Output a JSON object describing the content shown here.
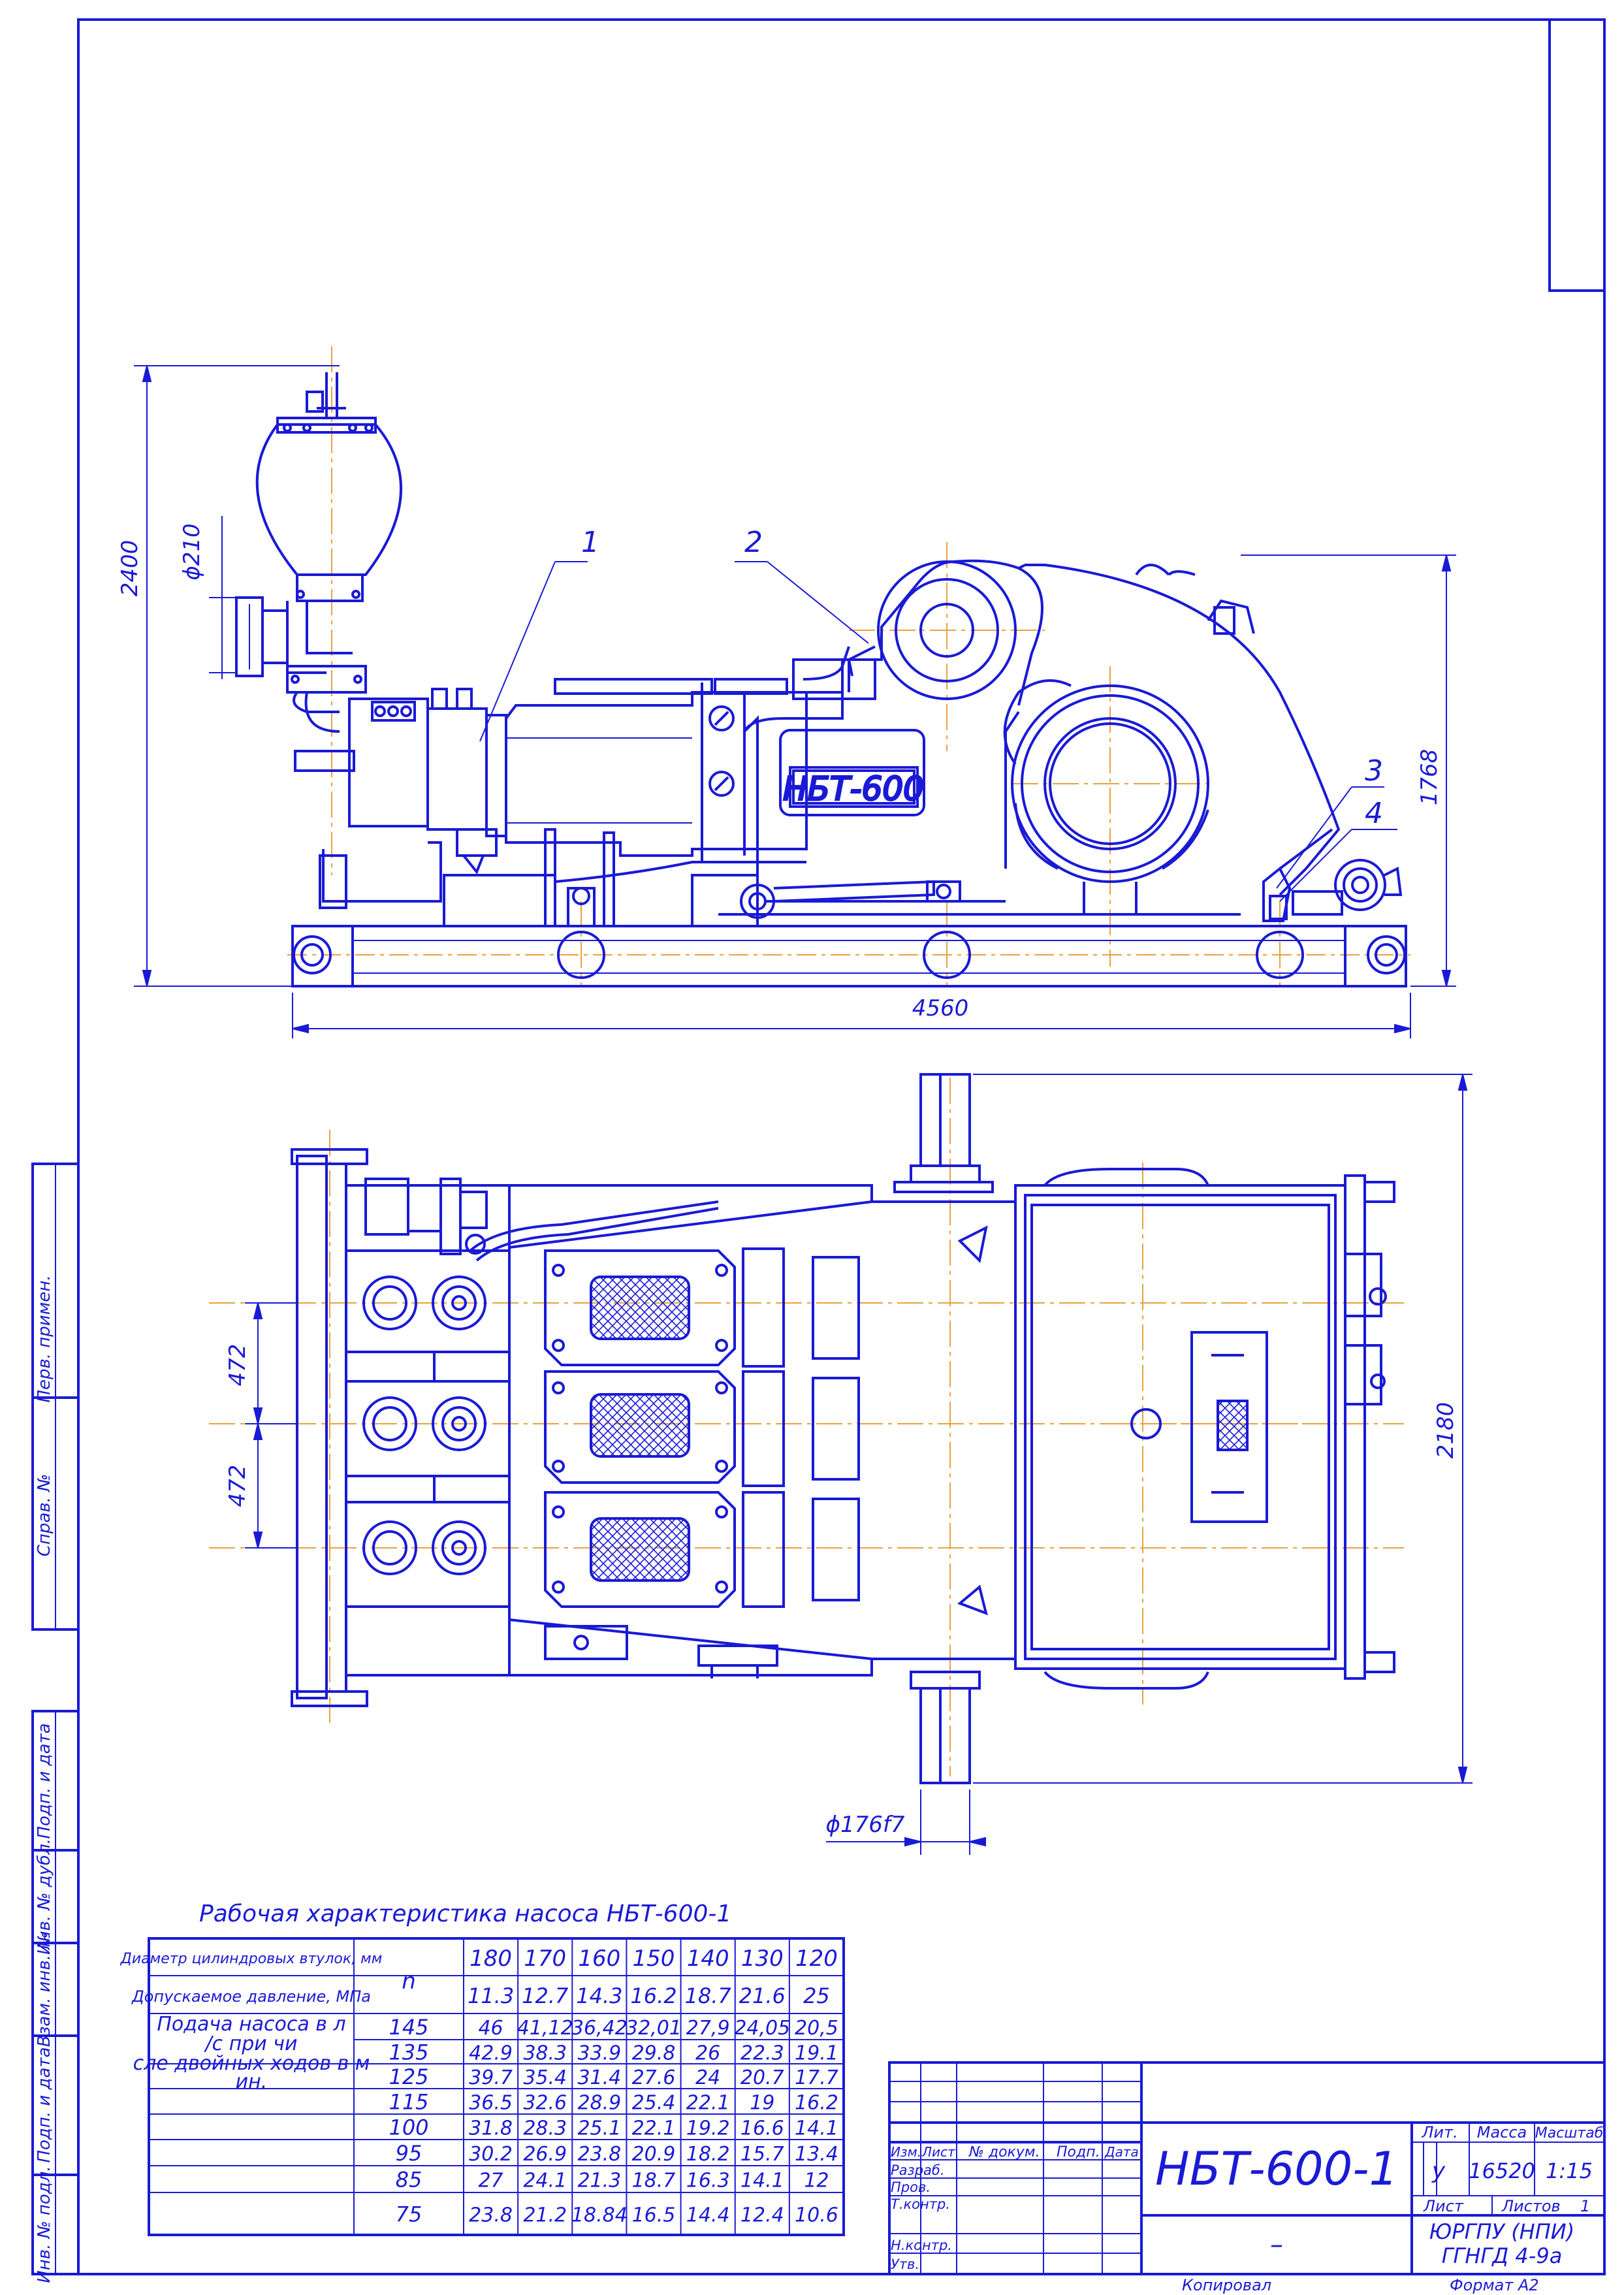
{
  "colors": {
    "line": "#1a1ad6",
    "center": "#e8a23c",
    "paper": "#ffffff"
  },
  "views": {
    "front": {
      "callouts": [
        "1",
        "2",
        "3",
        "4"
      ],
      "dims": {
        "height_total": "2400",
        "flange_dia": "ϕ210",
        "height_pump": "1768",
        "length": "4560"
      },
      "nameplate": "НБТ-600"
    },
    "top": {
      "dims": {
        "pitch1": "472",
        "pitch2": "472",
        "width": "2180",
        "shaft_dia": "ϕ176f7"
      }
    }
  },
  "side_stamps": [
    "Перв. примен.",
    "Справ. №",
    "Подп. и дата",
    "Инв. № дубл.",
    "Взам. инв. №",
    "Подп. и дата",
    "Инв. № подл."
  ],
  "perf_table": {
    "title": "Рабочая характеристика насоса НБТ-600-1",
    "row1_label": "Диаметр цилиндровых втулок, мм",
    "row2_label": "Допускаемое давление, МПа",
    "row3_label": "Подача насоса в л/с при числе двойных ходов в мин.",
    "n_label": "n",
    "diameters": [
      "180",
      "170",
      "160",
      "150",
      "140",
      "130",
      "120"
    ],
    "pressures": [
      "11.3",
      "12.7",
      "14.3",
      "16.2",
      "18.7",
      "21.6",
      "25"
    ],
    "rows": [
      {
        "n": "145",
        "values": [
          "46",
          "41,12",
          "36,42",
          "32,01",
          "27,9",
          "24,05",
          "20,5"
        ]
      },
      {
        "n": "135",
        "values": [
          "42.9",
          "38.3",
          "33.9",
          "29.8",
          "26",
          "22.3",
          "19.1"
        ]
      },
      {
        "n": "125",
        "values": [
          "39.7",
          "35.4",
          "31.4",
          "27.6",
          "24",
          "20.7",
          "17.7"
        ]
      },
      {
        "n": "115",
        "values": [
          "36.5",
          "32.6",
          "28.9",
          "25.4",
          "22.1",
          "19",
          "16.2"
        ]
      },
      {
        "n": "100",
        "values": [
          "31.8",
          "28.3",
          "25.1",
          "22.1",
          "19.2",
          "16.6",
          "14.1"
        ]
      },
      {
        "n": "95",
        "values": [
          "30.2",
          "26.9",
          "23.8",
          "20.9",
          "18.2",
          "15.7",
          "13.4"
        ]
      },
      {
        "n": "85",
        "values": [
          "27",
          "24.1",
          "21.3",
          "18.7",
          "16.3",
          "14.1",
          "12"
        ]
      },
      {
        "n": "75",
        "values": [
          "23.8",
          "21.2",
          "18.84",
          "16.5",
          "14.4",
          "12.4",
          "10.6"
        ]
      }
    ]
  },
  "title_block": {
    "designation": "НБТ-600-1",
    "name": "–",
    "hdr_izm": "Изм.",
    "hdr_list": "Лист",
    "hdr_doc": "№ докум.",
    "hdr_podp": "Подп.",
    "hdr_date": "Дата",
    "razrab": "Разраб.",
    "prov": "Пров.",
    "tkontr": "Т.контр.",
    "nkontr": "Н.контр.",
    "utv": "Утв.",
    "lit_label": "Лит.",
    "mass_label": "Масса",
    "scale_label": "Масштаб",
    "lit": "у",
    "mass": "16520",
    "scale": "1:15",
    "sheet_label": "Лист",
    "sheets_label": "Листов",
    "sheets": "1",
    "org1": "ЮРГПУ (НПИ)",
    "org2": "ГГНГД 4-9а",
    "copied": "Копировал",
    "format": "Формат   А2"
  }
}
